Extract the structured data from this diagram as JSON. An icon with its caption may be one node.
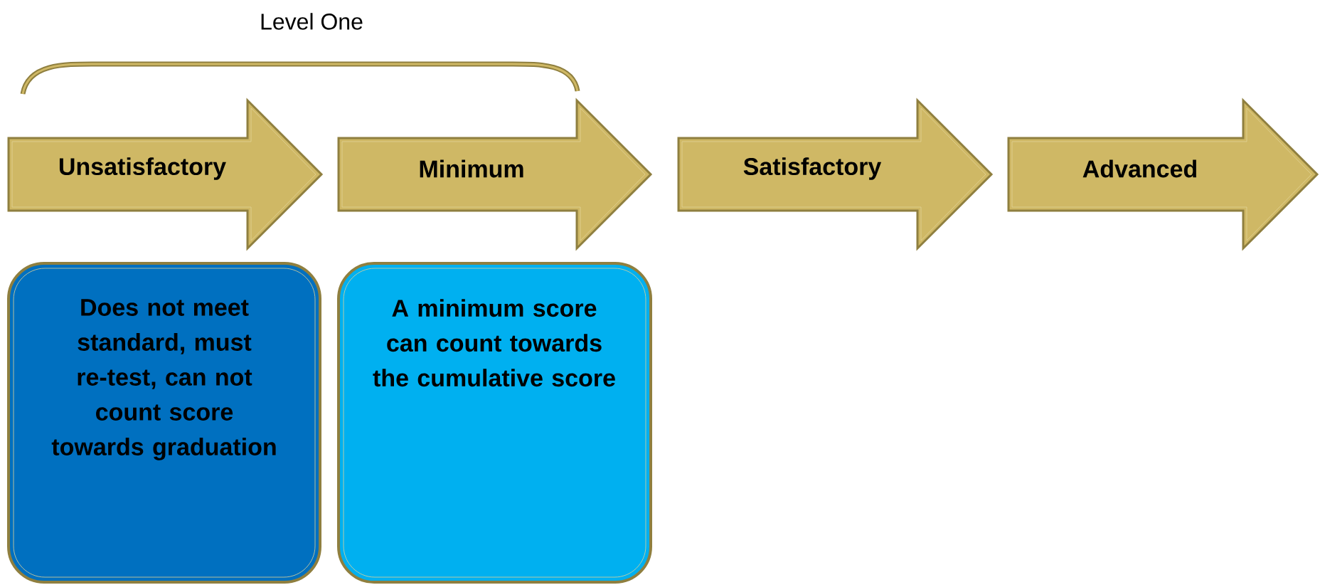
{
  "diagram": {
    "nodes": [
      {
        "text": [
          "Unsatisfactory"
        ]
      },
      {
        "text": [
          "Minimum"
        ]
      },
      {
        "text": [
          "Satisfactory"
        ]
      },
      {
        "text": [
          "Advanced"
        ]
      },
      {
        "text": [
          "Does not meet standard, must re-test, can not count score towards graduation"
        ]
      },
      {
        "text": [
          "A minimum score can count towards the cumulative score"
        ]
      }
    ],
    "edges": [],
    "labels": [
      "Level One"
    ]
  }
}
